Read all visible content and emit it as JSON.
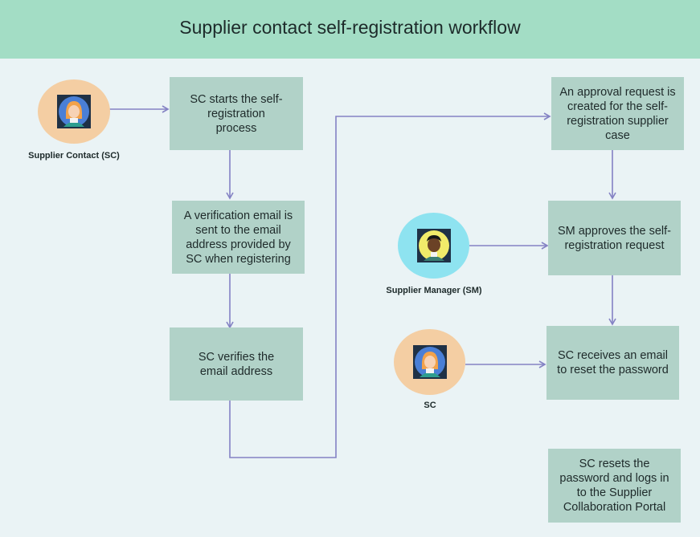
{
  "title": "Supplier contact self-registration workflow",
  "colors": {
    "banner": "#a3ddc5",
    "background": "#eaf3f5",
    "box": "#b1d2c8",
    "connector": "#8482c4",
    "sc_avatar": "#f4cea3",
    "sm_avatar": "#8ee3f0"
  },
  "actors": {
    "supplier_contact": {
      "label": "Supplier Contact (SC)",
      "icon": "supplier-contact-avatar-icon"
    },
    "supplier_manager": {
      "label": "Supplier Manager (SM)",
      "icon": "supplier-manager-avatar-icon"
    },
    "sc_second": {
      "label": "SC",
      "icon": "supplier-contact-avatar-icon"
    }
  },
  "steps": {
    "start": "SC starts the self-registration process",
    "verification_email": "A verification email is sent to the email address provided by SC when registering",
    "verify": "SC verifies the email address",
    "approval_request": "An approval request is created for the self-registration supplier case",
    "sm_approves": "SM approves the self-registration request",
    "receive_email": "SC receives an email to reset the password",
    "reset_login": "SC resets the password and logs in to the Supplier Collaboration Portal"
  }
}
